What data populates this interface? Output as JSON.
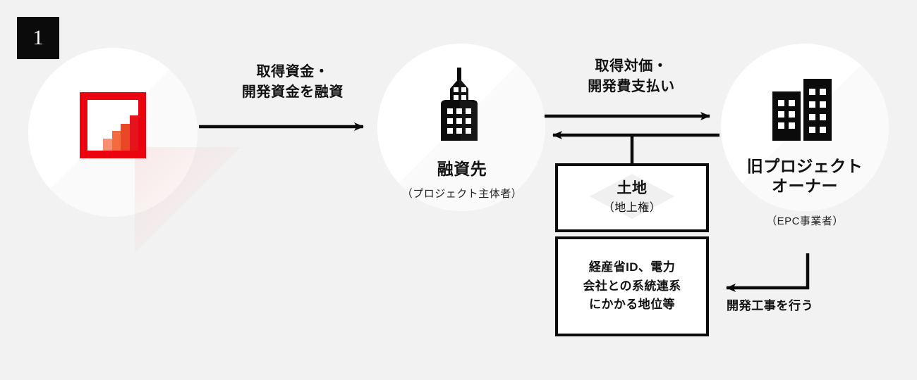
{
  "diagram": {
    "step_number": "1",
    "background_color": "#f2f2f2",
    "accent_color": "#ec0310",
    "ink_color": "#0b0b0b"
  },
  "nodes": [
    {
      "id": "lender",
      "icon": "bar-chart-framed-icon",
      "title": "",
      "subtitle": ""
    },
    {
      "id": "borrower",
      "icon": "tower-building-icon",
      "title": "融資先",
      "subtitle": "（プロジェクト主体者）"
    },
    {
      "id": "former-owner",
      "icon": "twin-buildings-icon",
      "title": "旧プロジェクト\nオーナー",
      "subtitle": "（EPC事業者）"
    }
  ],
  "arrows": [
    {
      "id": "funding",
      "label": "取得資金・\n開発資金を融資",
      "direction": "right"
    },
    {
      "id": "consideration",
      "label": "取得対価・\n開発費支払い",
      "direction": "bidirectional"
    },
    {
      "id": "construction",
      "label": "開発工事を行う",
      "direction": "left"
    }
  ],
  "asset_boxes": [
    {
      "id": "land",
      "title": "土地",
      "subtitle": "（地上権）"
    },
    {
      "id": "rights",
      "body": "経産省ID、電力\n会社との系統連系\nにかかる地位等"
    }
  ]
}
